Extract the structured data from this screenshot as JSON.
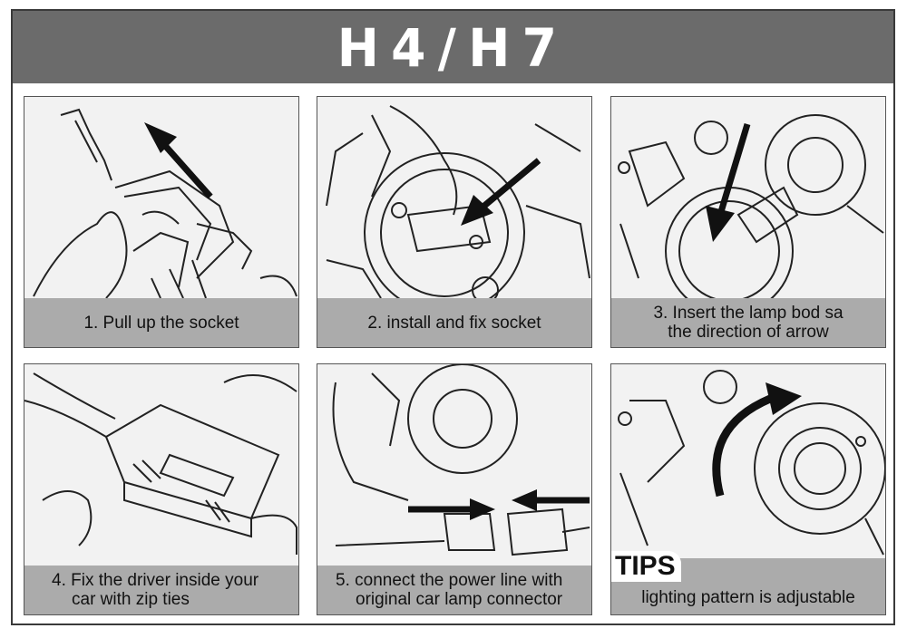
{
  "header": {
    "title": "H4/H7"
  },
  "steps": [
    {
      "lines": [
        "1. Pull up the socket"
      ]
    },
    {
      "lines": [
        "2. install and fix socket"
      ]
    },
    {
      "lines": [
        "3. Insert the lamp bod sa",
        "the direction of arrow"
      ]
    },
    {
      "lines": [
        "4. Fix the driver inside your",
        "car with zip ties"
      ]
    },
    {
      "lines": [
        "5. connect the power line with",
        "original car lamp connector"
      ]
    },
    {
      "lines": [
        "lighting pattern is adjustable"
      ]
    }
  ],
  "tips": {
    "label": "TIPS"
  }
}
